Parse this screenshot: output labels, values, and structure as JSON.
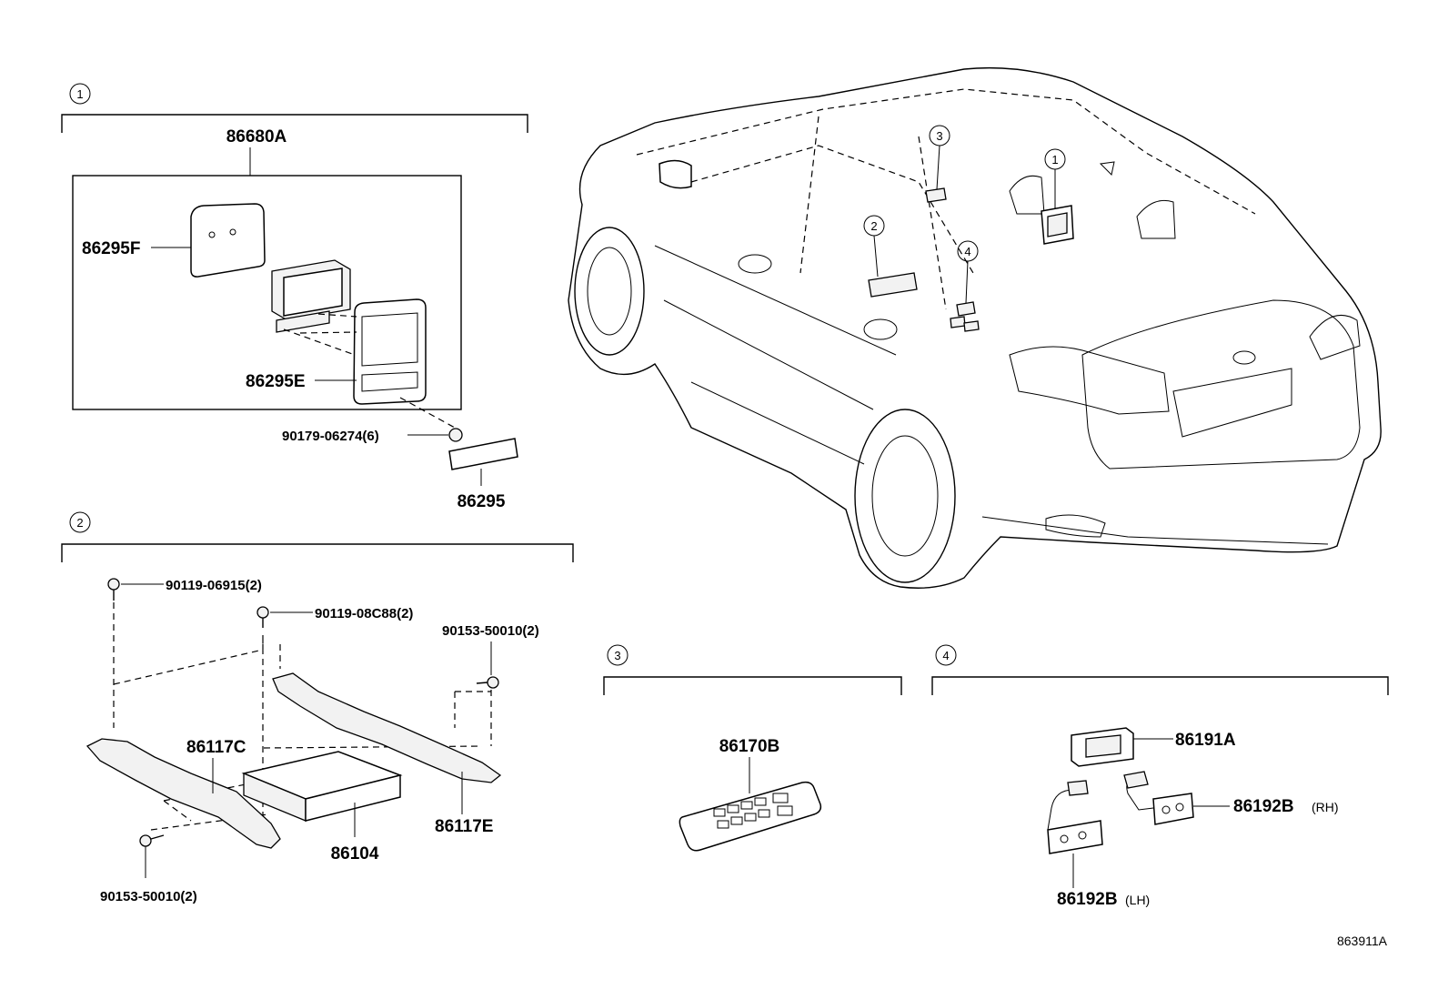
{
  "groups": {
    "g1": {
      "number": "1"
    },
    "g2": {
      "number": "2"
    },
    "g3": {
      "number": "3"
    },
    "g4": {
      "number": "4"
    }
  },
  "parts": {
    "p86680A": "86680A",
    "p86295F": "86295F",
    "p86295E": "86295E",
    "p90179": "90179-06274(6)",
    "p86295": "86295",
    "p90119a": "90119-06915(2)",
    "p90119b": "90119-08C88(2)",
    "p90153a": "90153-50010(2)",
    "p86117C": "86117C",
    "p86117E": "86117E",
    "p86104": "86104",
    "p90153b": "90153-50010(2)",
    "p86170B": "86170B",
    "p86191A": "86191A",
    "p86192B_rh": "86192B",
    "p86192B_lh": "86192B",
    "rh": "(RH)",
    "lh": "(LH)"
  },
  "vehicle_callouts": [
    "1",
    "2",
    "3",
    "4"
  ],
  "diagram_code": "863911A"
}
